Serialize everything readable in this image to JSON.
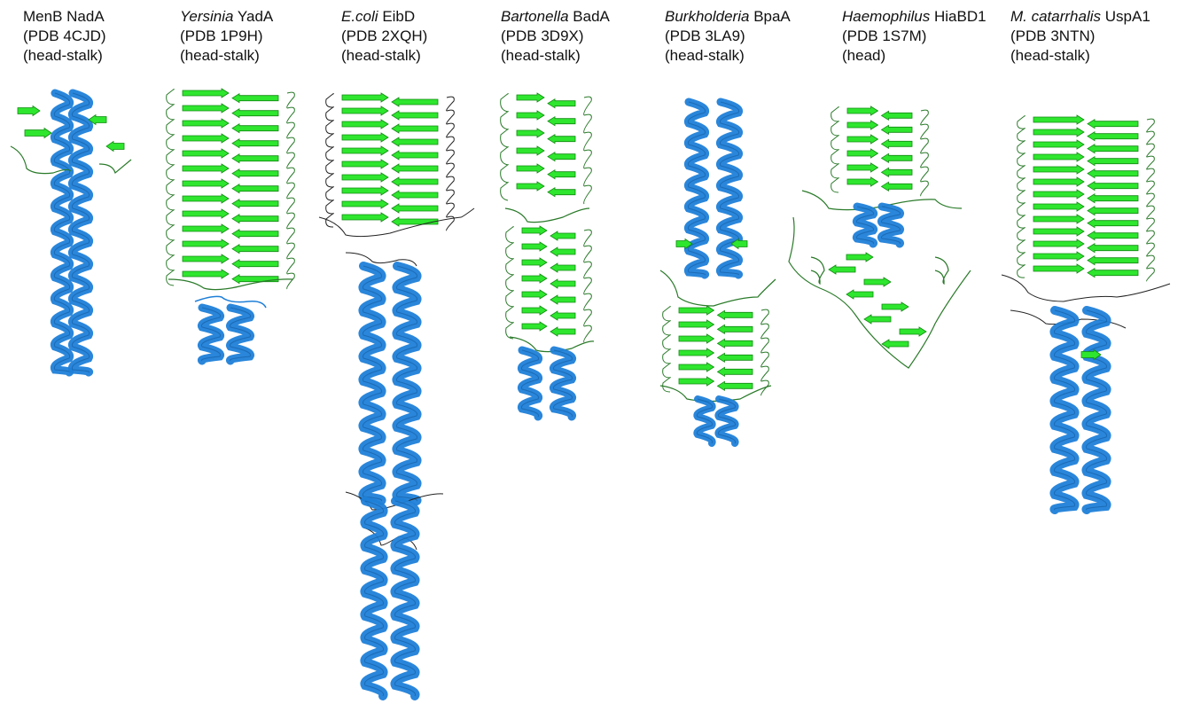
{
  "colors": {
    "alpha_helix": "#1f7fd8",
    "beta_strand": "#2ee62e",
    "loop": "#2a7a2a",
    "dark_loop": "#222222"
  },
  "panels": [
    {
      "species": "",
      "protein": "MenB NadA",
      "pdb": "(PDB 4CJD)",
      "region": "(head-stalk)"
    },
    {
      "species": "Yersinia",
      "protein": "YadA",
      "pdb": "(PDB 1P9H)",
      "region": "(head-stalk)"
    },
    {
      "species": "E.coli",
      "protein": "EibD",
      "pdb": "(PDB 2XQH)",
      "region": "(head-stalk)"
    },
    {
      "species": "Bartonella",
      "protein": "BadA",
      "pdb": "(PDB 3D9X)",
      "region": "(head-stalk)"
    },
    {
      "species": "Burkholderia",
      "protein": "BpaA",
      "pdb": "(PDB 3LA9)",
      "region": "(head-stalk)"
    },
    {
      "species": "Haemophilus",
      "protein": "HiaBD1",
      "pdb": "(PDB 1S7M)",
      "region": "(head)"
    },
    {
      "species": "M. catarrhalis",
      "protein": "UspA1",
      "pdb": "(PDB 3NTN)",
      "region": "(head-stalk)"
    }
  ]
}
